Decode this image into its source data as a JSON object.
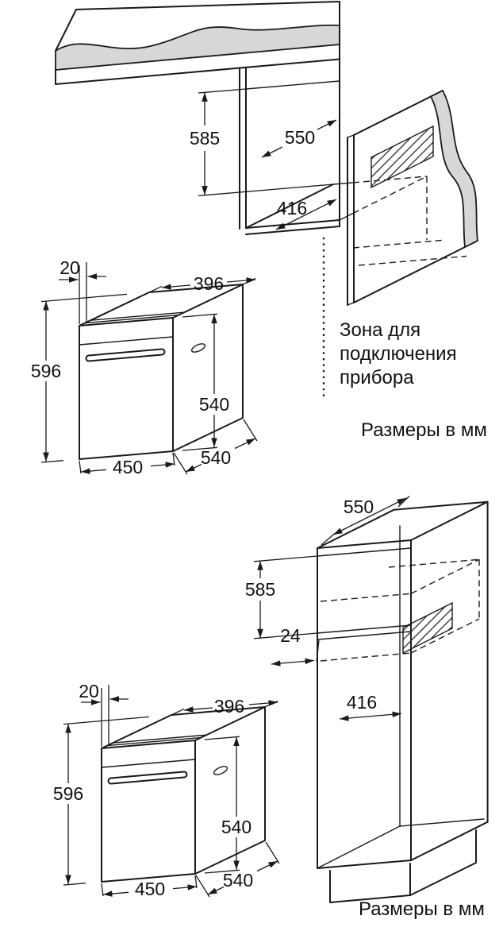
{
  "notes": {
    "connection_zone": [
      "Зона для",
      "подключения",
      "прибора"
    ],
    "units_top": "Размеры в мм",
    "units_bottom": "Размеры в мм"
  },
  "top": {
    "niche_height": "585",
    "niche_depth": "550",
    "niche_width": "416",
    "oven": {
      "gap": "20",
      "top_width": "396",
      "height": "596",
      "body_height": "540",
      "front_width": "450",
      "depth": "540"
    }
  },
  "bottom": {
    "cabinet_depth": "550",
    "niche_height": "585",
    "front_offset": "24",
    "niche_width": "416",
    "oven": {
      "gap": "20",
      "top_width": "396",
      "height": "596",
      "body_height": "540",
      "front_width": "450",
      "depth": "540"
    }
  },
  "colors": {
    "line": "#1a1a1a",
    "break_fill": "#d7d7d7"
  }
}
